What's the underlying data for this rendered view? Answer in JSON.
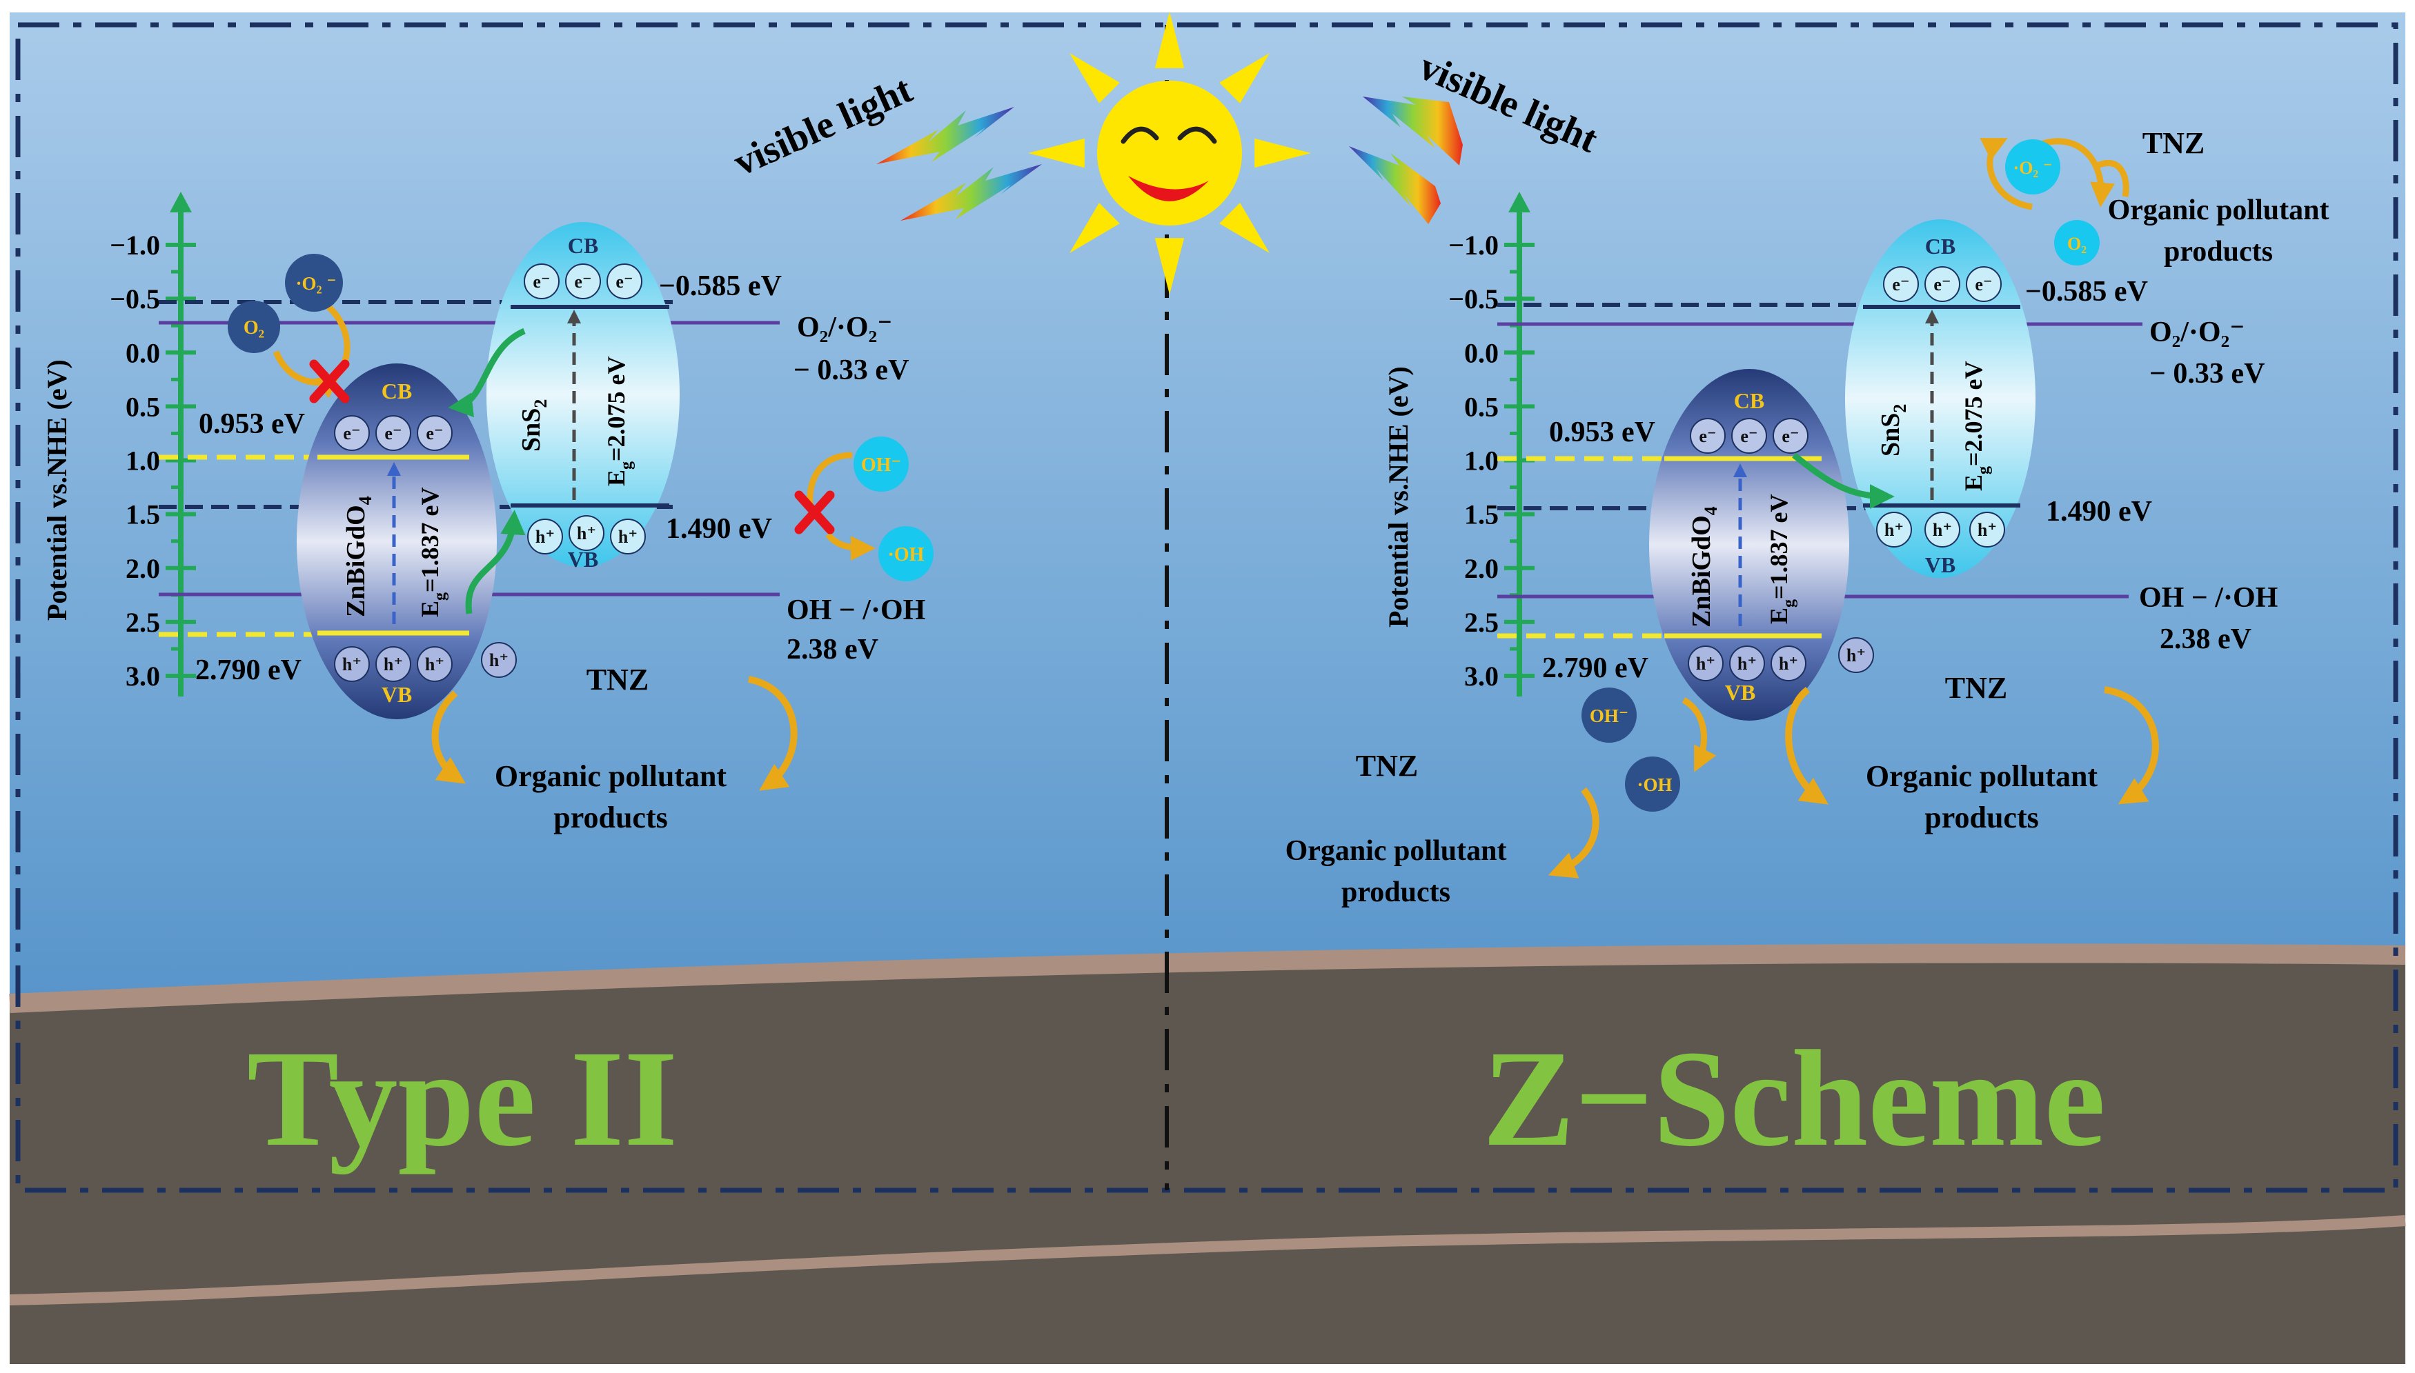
{
  "colors": {
    "sky_top": "#a7c8e8",
    "sky_bottom": "#3f83bf",
    "ground": "#5e5750",
    "ground_edge": "#ab8f80",
    "axis_green": "#23a857",
    "title_green": "#82c341",
    "line_navy": "#1c3160",
    "line_purple": "#5b3fa0",
    "line_yellow": "#f2e830",
    "sun": "#ffe600",
    "cross_red": "#e8141c",
    "arrow_orange": "#e8a818",
    "radical_cyan": "#19c8ee",
    "o2_blue": "#2d4f8a"
  },
  "axis": {
    "title": "Potential  vs.NHE  (eV)",
    "ticks": [
      "−1.0",
      "−0.5",
      "0.0",
      "0.5",
      "1.0",
      "1.5",
      "2.0",
      "2.5",
      "3.0"
    ]
  },
  "light_label": "visible light",
  "panels": {
    "type2": {
      "title": "Type II",
      "znbigdo4": {
        "name": "ZnBiGdO",
        "name_sub": "4",
        "cb": "CB",
        "vb": "VB",
        "eg_prefix": "E",
        "eg_sub": "g",
        "eg_value": "=1.837 eV",
        "cb_level": "0.953 eV",
        "vb_level": "2.790 eV"
      },
      "sns2": {
        "name": "SnS",
        "name_sub": "2",
        "cb": "CB",
        "vb": "VB",
        "eg_prefix": "E",
        "eg_sub": "g",
        "eg_value": "=2.075 eV",
        "cb_level": "−0.585 eV",
        "vb_level": "1.490 eV"
      },
      "o2_couple": "O₂/·O₂⁻",
      "o2_potential": "− 0.33 eV",
      "oh_couple": "OH − /·OH",
      "oh_potential": "2.38 eV",
      "electron": "e⁻",
      "hole": "h⁺",
      "o2": "O₂",
      "o2_radical": "·O₂ ⁻",
      "oh_minus": "OH⁻",
      "oh_radical": "·OH",
      "tnz": "TNZ",
      "pollutant_line1": "Organic pollutant",
      "pollutant_line2": "products"
    },
    "zscheme": {
      "title": "Z−Scheme",
      "znbigdo4": {
        "name": "ZnBiGdO",
        "name_sub": "4",
        "cb": "CB",
        "vb": "VB",
        "eg_prefix": "E",
        "eg_sub": "g",
        "eg_value": "=1.837 eV",
        "cb_level": "0.953 eV",
        "vb_level": "2.790 eV"
      },
      "sns2": {
        "name": "SnS",
        "name_sub": "2",
        "cb": "CB",
        "vb": "VB",
        "eg_prefix": "E",
        "eg_sub": "g",
        "eg_value": "=2.075 eV",
        "cb_level": "−0.585 eV",
        "vb_level": "1.490 eV"
      },
      "o2_couple": "O₂/·O₂⁻",
      "o2_potential": "− 0.33 eV",
      "oh_couple": "OH − /·OH",
      "oh_potential": "2.38 eV",
      "electron": "e⁻",
      "hole": "h⁺",
      "o2": "O₂",
      "o2_radical": "·O₂ ⁻",
      "oh_minus": "OH⁻",
      "oh_radical": "·OH",
      "tnz_top": "TNZ",
      "tnz_right": "TNZ",
      "tnz_left": "TNZ",
      "pollutant_line1": "Organic pollutant",
      "pollutant_line2": "products"
    }
  }
}
